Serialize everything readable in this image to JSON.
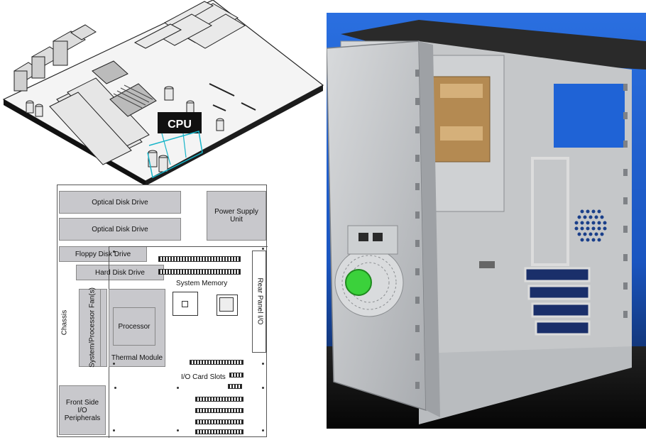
{
  "motherboard_illustration": {
    "cpu_label": "CPU"
  },
  "layout_diagram": {
    "optical_drive_1": "Optical Disk Drive",
    "optical_drive_2": "Optical Disk Drive",
    "power_supply": "Power Supply Unit",
    "floppy_drive": "Floppy Disk Drive",
    "hard_drive": "Hard Disk Drive",
    "system_memory": "System Memory",
    "chassis": "Chassis",
    "fans": "System/Processor Fan(s)",
    "processor": "Processor",
    "thermal_module": "Thermal Module",
    "rear_panel": "Rear Panel I/O",
    "io_card_slots": "I/O Card Slots",
    "front_side": "Front Side I/O Peripherals"
  },
  "chassis_photo": {},
  "colors": {
    "block_fill": "#c8c8cc",
    "photo_background": "#1a5fd0",
    "photo_metal": "#c9cbcd",
    "fan_green": "#3bd13b"
  }
}
